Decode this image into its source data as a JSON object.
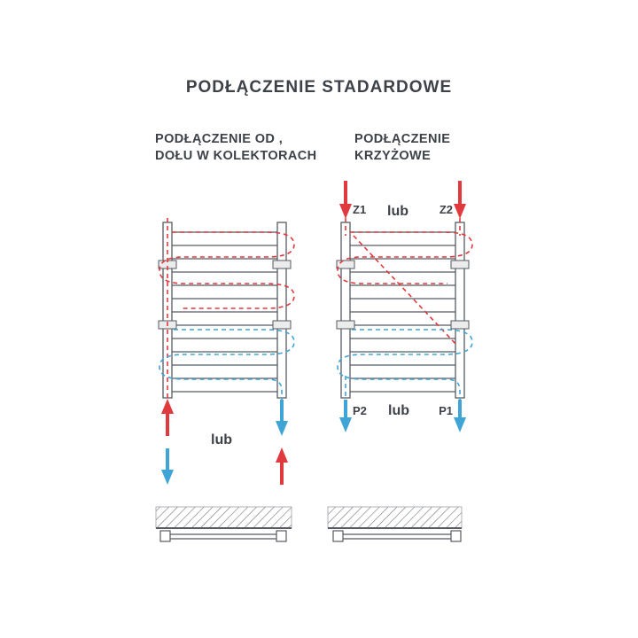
{
  "title": "PODŁĄCZENIE STADARDOWE",
  "colors": {
    "red": "#e0393e",
    "blue": "#3fa5d6",
    "line": "#565b61",
    "text": "#3d4249",
    "background": "#ffffff"
  },
  "left_diagram": {
    "label_line1": "PODŁĄCZENIE OD ,",
    "label_line2": "DOŁU W KOLEKTORACH",
    "or_label": "lub"
  },
  "right_diagram": {
    "label_line1": "PODŁĄCZENIE",
    "label_line2": "KRZYŻOWE",
    "top_or_label": "lub",
    "bottom_or_label": "lub",
    "ports": {
      "z1": "Z1",
      "z2": "Z2",
      "p1": "P1",
      "p2": "P2"
    }
  }
}
